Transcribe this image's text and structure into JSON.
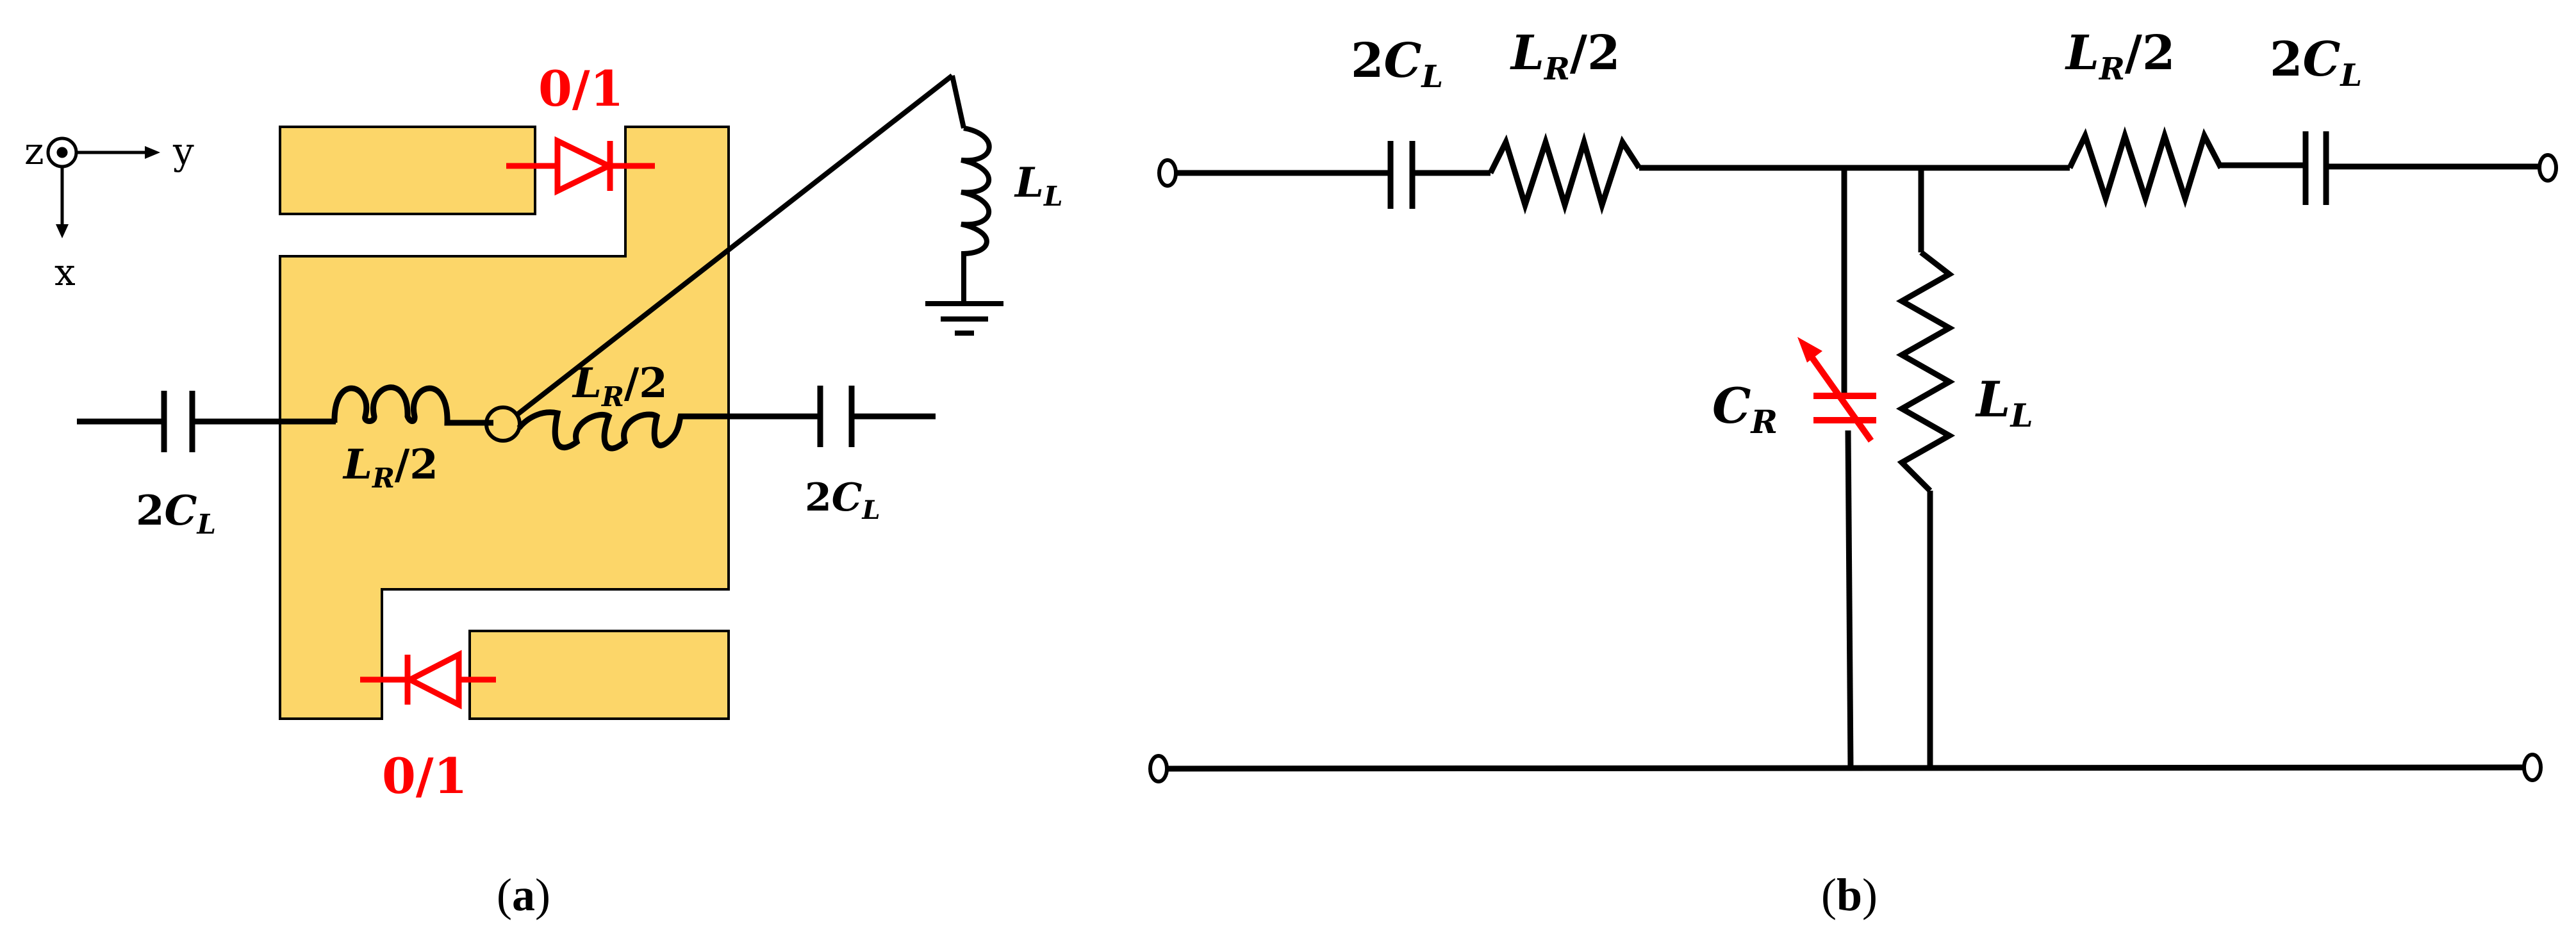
{
  "panel_a": {
    "axes": {
      "z": "z",
      "y": "y",
      "x": "x"
    },
    "diode_top_label": "0/1",
    "diode_bottom_label": "0/1",
    "left_cap": {
      "coef": "2",
      "sym": "C",
      "sub": "L"
    },
    "right_cap": {
      "coef": "2",
      "sym": "C",
      "sub": "L"
    },
    "left_ind": {
      "sym": "L",
      "sub": "R",
      "tail": "/2"
    },
    "right_ind": {
      "sym": "L",
      "sub": "R",
      "tail": "/2"
    },
    "shunt_ind": {
      "sym": "L",
      "sub": "L"
    },
    "caption": {
      "open": "(",
      "letter": "a",
      "close": ")"
    }
  },
  "panel_b": {
    "left_cap": {
      "coef": "2",
      "sym": "C",
      "sub": "L"
    },
    "left_res": {
      "sym": "L",
      "sub": "R",
      "tail": "/2"
    },
    "right_res": {
      "sym": "L",
      "sub": "R",
      "tail": "/2"
    },
    "right_cap": {
      "coef": "2",
      "sym": "C",
      "sub": "L"
    },
    "var_cap": {
      "sym": "C",
      "sub": "R"
    },
    "shunt_ind": {
      "sym": "L",
      "sub": "L"
    },
    "caption": {
      "open": "(",
      "letter": "b",
      "close": ")"
    }
  },
  "colors": {
    "patch": "#FCD669",
    "wire": "#000000",
    "accent": "#FF0000"
  }
}
